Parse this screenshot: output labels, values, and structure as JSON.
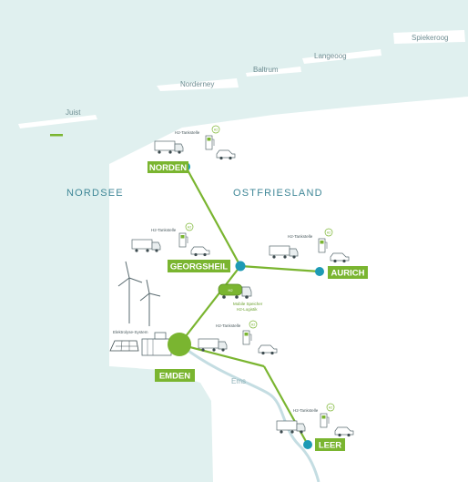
{
  "islands": [
    "Juist",
    "Norderney",
    "Baltrum",
    "Langeoog",
    "Spiekeroog"
  ],
  "regions": {
    "sea": "NORDSEE",
    "land": "OSTFRIESLAND"
  },
  "river": "Ems",
  "cities": {
    "norden": "NORDEN",
    "georgsheil": "GEORGSHEIL",
    "aurich": "AURICH",
    "emden": "EMDEN",
    "leer": "LEER"
  },
  "labels": {
    "station": "H2-Tankstelle",
    "electrolysis": "Elektrolyse-System",
    "storage_line1": "Mobile Speicher",
    "storage_line2": "H2-Logistik"
  },
  "colors": {
    "water": "#e0f0ef",
    "land": "#ffffff",
    "accent_green": "#7ab530",
    "node_blue": "#1d9ab5",
    "river": "#c4dde2"
  }
}
